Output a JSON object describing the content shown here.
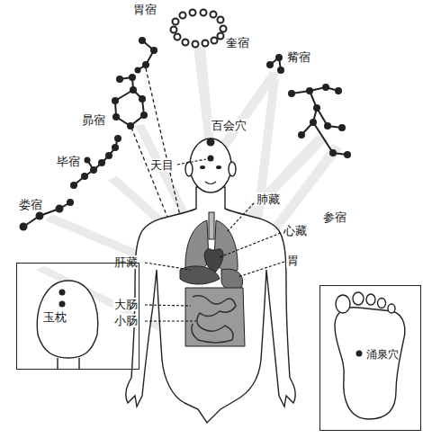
{
  "diagram": {
    "nodes": [
      {
        "text": [
          "玉枕"
        ]
      },
      {
        "text": [
          "涌泉穴"
        ]
      }
    ],
    "labels": [
      "胃宿",
      "奎宿",
      "觜宿",
      "昴宿",
      "百会穴",
      "毕宿",
      "天目",
      "参宿",
      "娄宿",
      "肺藏",
      "心藏",
      "肝藏",
      "胃",
      "大肠",
      "小肠"
    ]
  }
}
